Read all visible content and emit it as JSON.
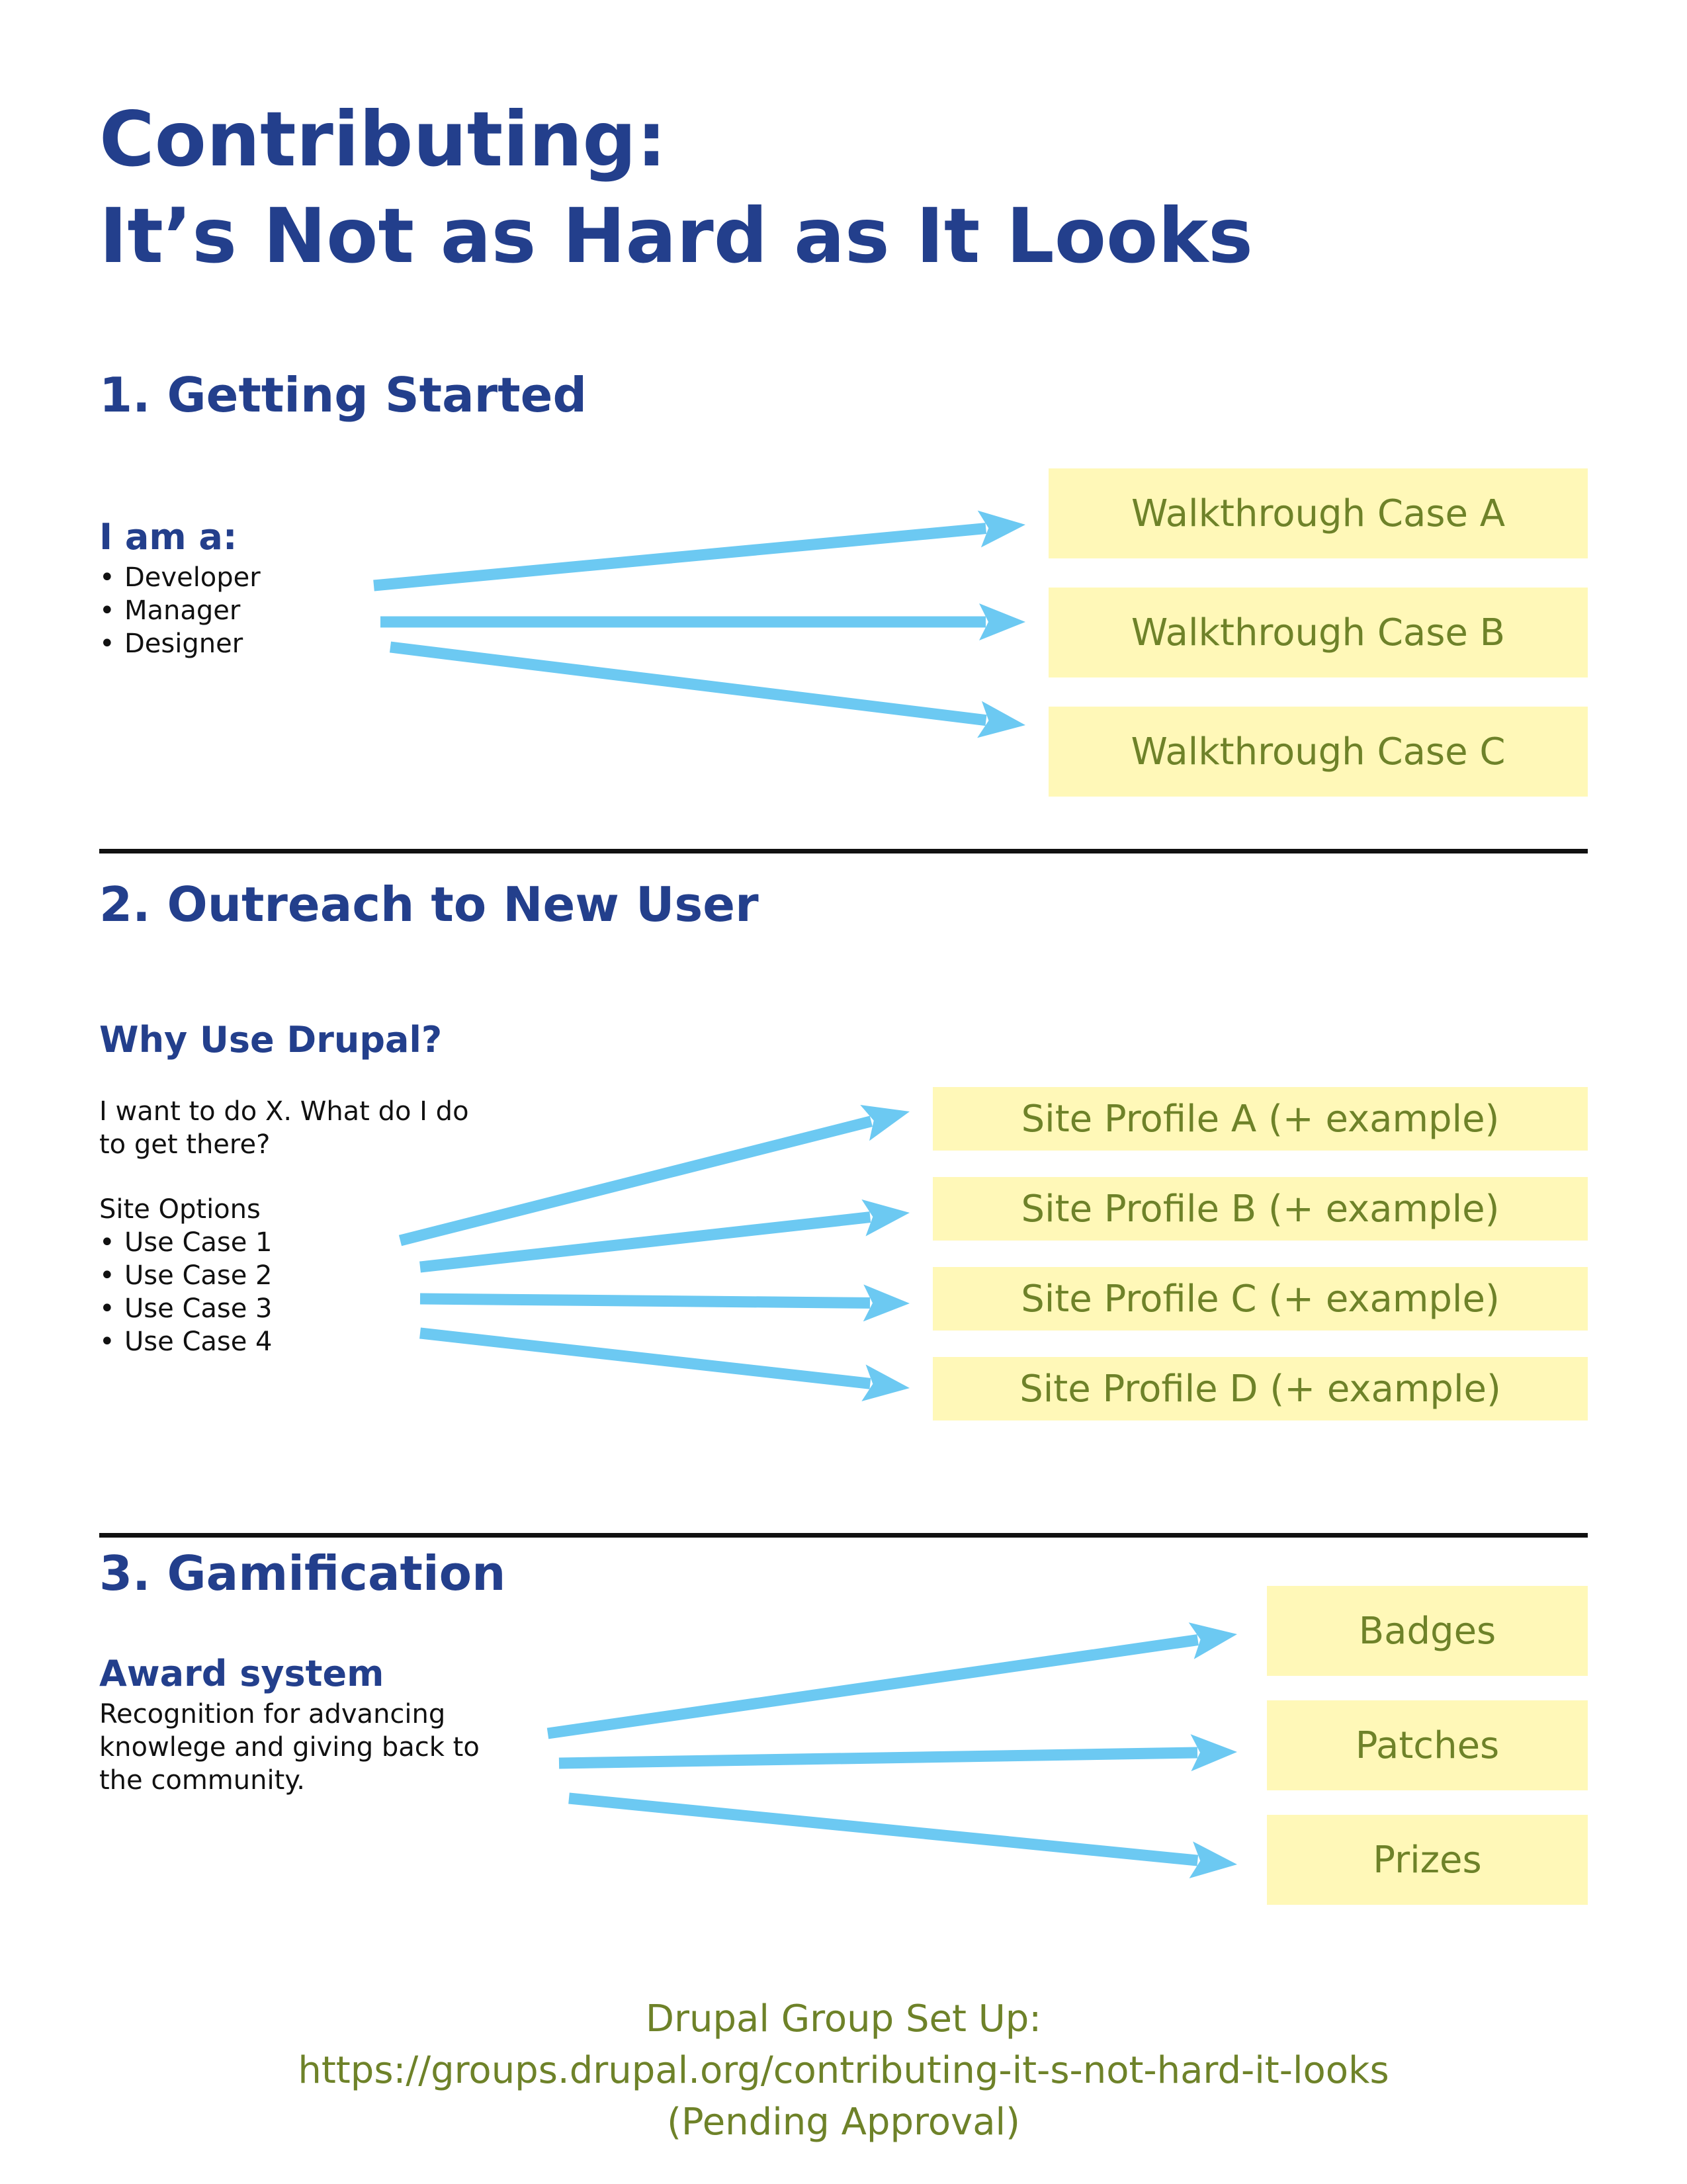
{
  "title": {
    "line1": "Contributing:",
    "line2": "It’s Not as Hard as It Looks"
  },
  "section1": {
    "heading": "1. Getting Started",
    "subheading": "I am a:",
    "roles": [
      "Developer",
      "Manager",
      "Designer"
    ],
    "boxes": [
      "Walkthrough Case A",
      "Walkthrough Case B",
      "Walkthrough Case C"
    ]
  },
  "section2": {
    "heading": "2. Outreach to New User",
    "subheading": "Why Use Drupal?",
    "question_line1": "I want to do X. What do I do",
    "question_line2": "to get there?",
    "options_label": "Site Options",
    "use_cases": [
      "Use Case 1",
      "Use Case 2",
      "Use Case 3",
      "Use Case 4"
    ],
    "boxes": [
      "Site Profile A (+ example)",
      "Site Profile B (+ example)",
      "Site Profile C (+ example)",
      "Site Profile D (+ example)"
    ]
  },
  "section3": {
    "heading": "3. Gamification",
    "subheading": "Award system",
    "desc_line1": "Recognition for advancing",
    "desc_line2": "knowlege and giving back to",
    "desc_line3": "the community.",
    "boxes": [
      "Badges",
      "Patches",
      "Prizes"
    ]
  },
  "footer": {
    "line1": "Drupal Group Set Up:",
    "line2": "https://groups.drupal.org/contributing-it-s-not-hard-it-looks",
    "line3": "(Pending Approval)"
  },
  "colors": {
    "heading": "#233f8c",
    "arrow": "#6cc9f2",
    "box_fill": "#fff8b8",
    "box_text": "#6e8229",
    "rule": "#111111"
  }
}
